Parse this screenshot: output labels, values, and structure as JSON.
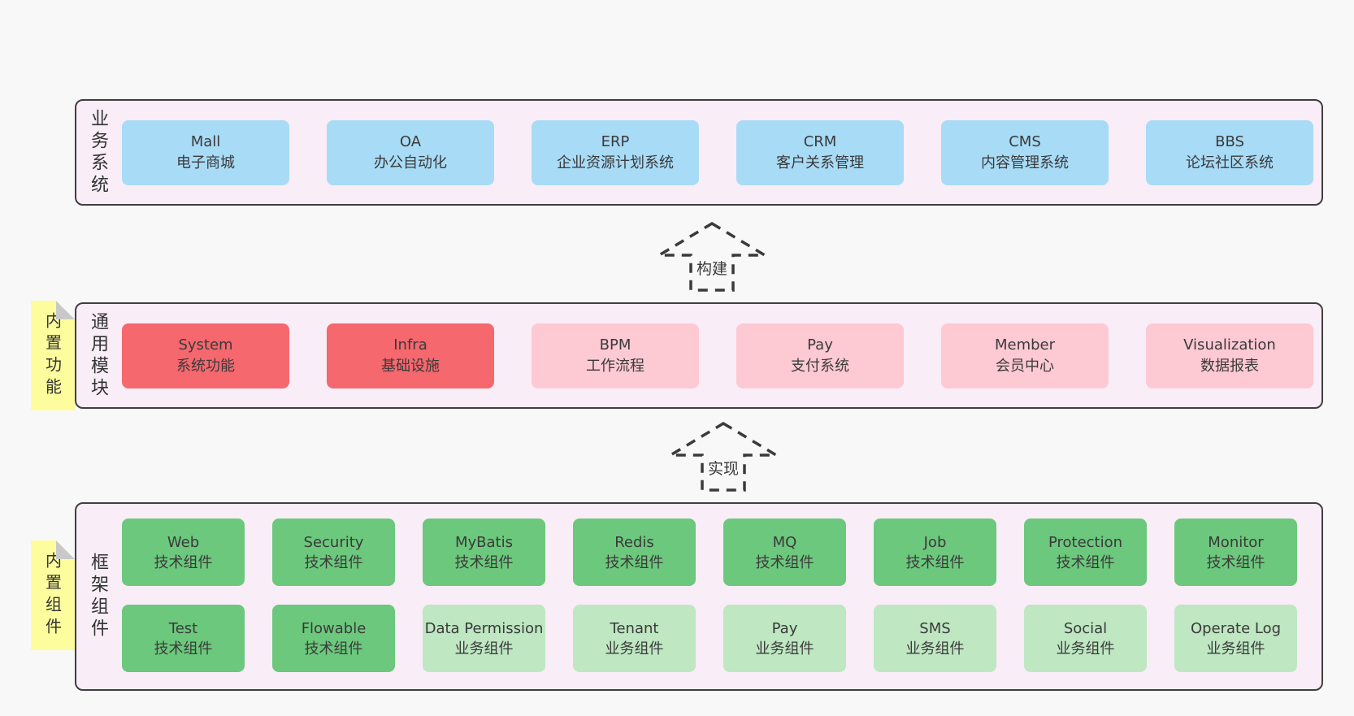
{
  "colors": {
    "page_bg": "#f8f8f8",
    "panel_bg": "#f9edf7",
    "panel_border": "#3f3f3f",
    "blue": "#a8dbf6",
    "red": "#f4686e",
    "pink": "#fdc9d3",
    "green": "#6cc87c",
    "light_green": "#bee7c2",
    "note_yellow": "#fdfd9e",
    "note_fold": "#c9c9c9",
    "text": "#3a3a3a"
  },
  "notes": [
    {
      "label": "内置功能"
    },
    {
      "label": "内置组件"
    }
  ],
  "arrows": [
    {
      "label": "构建"
    },
    {
      "label": "实现"
    }
  ],
  "sections": [
    {
      "label": "业务系统",
      "boxes": [
        {
          "name": "Mall",
          "desc": "电子商城",
          "color": "blue"
        },
        {
          "name": "OA",
          "desc": "办公自动化",
          "color": "blue"
        },
        {
          "name": "ERP",
          "desc": "企业资源计划系统",
          "color": "blue"
        },
        {
          "name": "CRM",
          "desc": "客户关系管理",
          "color": "blue"
        },
        {
          "name": "CMS",
          "desc": "内容管理系统",
          "color": "blue"
        },
        {
          "name": "BBS",
          "desc": "论坛社区系统",
          "color": "blue"
        }
      ]
    },
    {
      "label": "通用模块",
      "boxes": [
        {
          "name": "System",
          "desc": "系统功能",
          "color": "red"
        },
        {
          "name": "Infra",
          "desc": "基础设施",
          "color": "red"
        },
        {
          "name": "BPM",
          "desc": "工作流程",
          "color": "pink"
        },
        {
          "name": "Pay",
          "desc": "支付系统",
          "color": "pink"
        },
        {
          "name": "Member",
          "desc": "会员中心",
          "color": "pink"
        },
        {
          "name": "Visualization",
          "desc": "数据报表",
          "color": "pink"
        }
      ]
    },
    {
      "label": "框架组件",
      "boxes": [
        {
          "name": "Web",
          "desc": "技术组件",
          "color": "green"
        },
        {
          "name": "Security",
          "desc": "技术组件",
          "color": "green"
        },
        {
          "name": "MyBatis",
          "desc": "技术组件",
          "color": "green"
        },
        {
          "name": "Redis",
          "desc": "技术组件",
          "color": "green"
        },
        {
          "name": "MQ",
          "desc": "技术组件",
          "color": "green"
        },
        {
          "name": "Job",
          "desc": "技术组件",
          "color": "green"
        },
        {
          "name": "Protection",
          "desc": "技术组件",
          "color": "green"
        },
        {
          "name": "Monitor",
          "desc": "技术组件",
          "color": "green"
        },
        {
          "name": "Test",
          "desc": "技术组件",
          "color": "green"
        },
        {
          "name": "Flowable",
          "desc": "技术组件",
          "color": "green"
        },
        {
          "name": "Data Permission",
          "desc": "业务组件",
          "color": "light_green"
        },
        {
          "name": "Tenant",
          "desc": "业务组件",
          "color": "light_green"
        },
        {
          "name": "Pay",
          "desc": "业务组件",
          "color": "light_green"
        },
        {
          "name": "SMS",
          "desc": "业务组件",
          "color": "light_green"
        },
        {
          "name": "Social",
          "desc": "业务组件",
          "color": "light_green"
        },
        {
          "name": "Operate Log",
          "desc": "业务组件",
          "color": "light_green"
        }
      ]
    }
  ]
}
